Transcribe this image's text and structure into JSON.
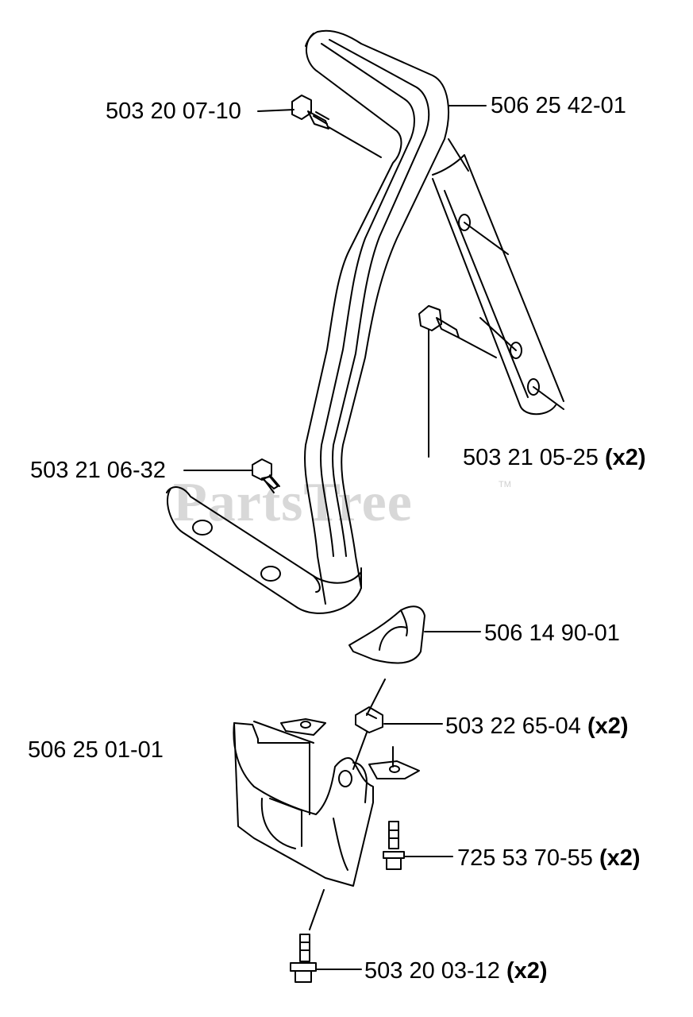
{
  "watermark": {
    "text": "PartsTree",
    "mark": "TM"
  },
  "parts": [
    {
      "number": "503 20 07-10",
      "qty": ""
    },
    {
      "number": "506 25 42-01",
      "qty": ""
    },
    {
      "number": "503 21 05-25",
      "qty": "(x2)"
    },
    {
      "number": "503 21 06-32",
      "qty": ""
    },
    {
      "number": "506 14 90-01",
      "qty": ""
    },
    {
      "number": "503 22 65-04",
      "qty": "(x2)"
    },
    {
      "number": "506 25 01-01",
      "qty": ""
    },
    {
      "number": "725 53 70-55",
      "qty": "(x2)"
    },
    {
      "number": "503 20 03-12",
      "qty": "(x2)"
    }
  ]
}
